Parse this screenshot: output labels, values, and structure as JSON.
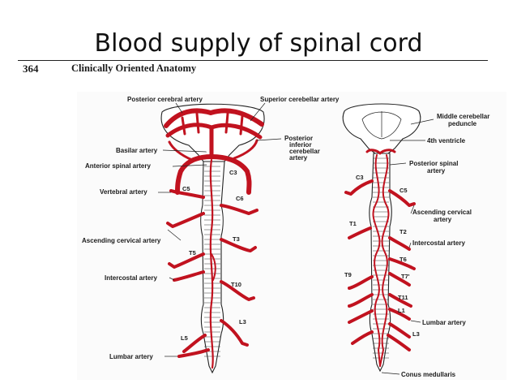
{
  "slide": {
    "title": "Blood supply of spinal cord"
  },
  "book_header": {
    "page_number": "364",
    "book_title": "Clinically Oriented Anatomy"
  },
  "left_figure": {
    "labels": {
      "posterior_cerebral": "Posterior cerebral artery",
      "superior_cerebellar": "Superior cerebellar artery",
      "basilar": "Basilar artery",
      "anterior_spinal": "Anterior spinal artery",
      "vertebral": "Vertebral artery",
      "ascending_cervical": "Ascending cervical artery",
      "intercostal": "Intercostal artery",
      "lumbar": "Lumbar artery",
      "posterior_inferior_cerebellar": [
        "Posterior",
        "inferior",
        "cerebellar",
        "artery"
      ]
    },
    "segments": {
      "c3": "C3",
      "c5": "C5",
      "c6": "C6",
      "t3": "T3",
      "t5": "T5",
      "t10": "T10",
      "l3": "L3",
      "l5": "L5"
    }
  },
  "right_figure": {
    "labels": {
      "middle_cerebellar_peduncle": [
        "Middle cerebellar",
        "peduncle"
      ],
      "fourth_ventricle": "4th ventricle",
      "posterior_spinal": [
        "Posterior spinal",
        "artery"
      ],
      "ascending_cervical": [
        "Ascending cervical",
        "artery"
      ],
      "intercostal": "Intercostal artery",
      "lumbar": "Lumbar artery",
      "conus_medullaris": "Conus medullaris"
    },
    "segments": {
      "c3": "C3",
      "c5": "C5",
      "t1": "T1",
      "t2": "T2",
      "t6": "T6",
      "t7": "T7'",
      "t9": "T9",
      "t11": "T11",
      "l1": "L1",
      "l3": "L3"
    }
  },
  "colors": {
    "artery": "#c1121f",
    "outline": "#222222",
    "background": "#ffffff"
  }
}
